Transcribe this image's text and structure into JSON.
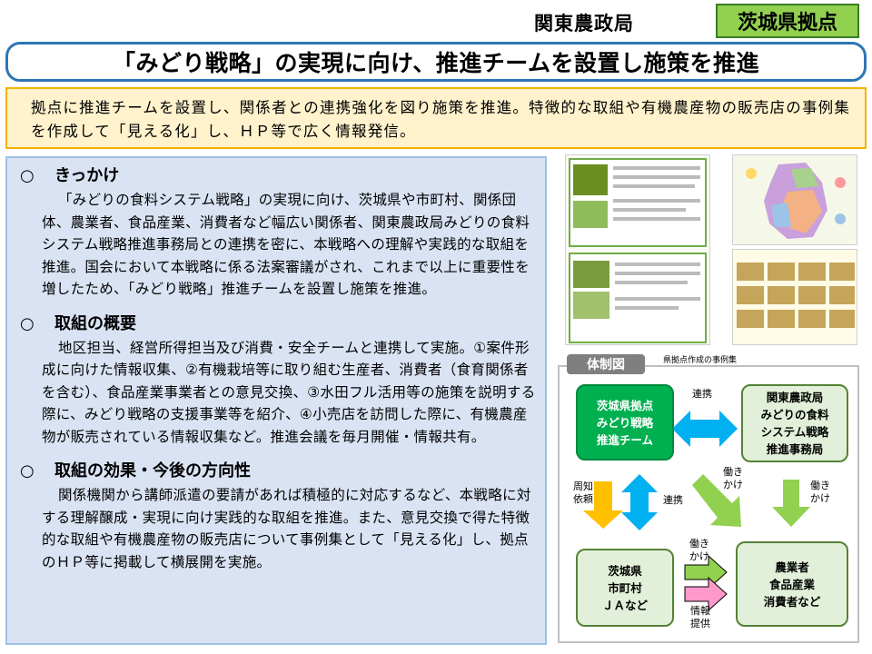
{
  "header": {
    "bureau": "関東農政局",
    "base_badge": "茨城県拠点"
  },
  "title": "「みどり戦略」の実現に向け、推進チームを設置し施策を推進",
  "summary": "拠点に推進チームを設置し、関係者との連携強化を図り施策を推進。特徴的な取組や有機農産物の販売店の事例集を作成して「見える化」し、ＨＰ等で広く情報発信。",
  "sections": [
    {
      "mark": "○",
      "heading": "きっかけ",
      "body": "「みどりの食料システム戦略」の実現に向け、茨城県や市町村、関係団体、農業者、食品産業、消費者など幅広い関係者、関東農政局みどりの食料システム戦略推進事務局との連携を密に、本戦略への理解や実践的な取組を推進。国会において本戦略に係る法案審議がされ、これまで以上に重要性を増したため、「みどり戦略」推進チームを設置し施策を推進。"
    },
    {
      "mark": "○",
      "heading": "取組の概要",
      "body": "地区担当、経営所得担当及び消費・安全チームと連携して実施。①案件形成に向けた情報収集、②有機栽培等に取り組む生産者、消費者（食育関係者を含む）、食品産業事業者との意見交換、③水田フル活用等の施策を説明する際に、みどり戦略の支援事業等を紹介、④小売店を訪問した際に、有機農産物が販売されている情報収集など。推進会議を毎月開催・情報共有。"
    },
    {
      "mark": "○",
      "heading": "取組の効果・今後の方向性",
      "body": "関係機関から講師派遣の要請があれば積極的に対応するなど、本戦略に対する理解醸成・実現に向け実践的な取組を推進。また、意見交換で得た特徴的な取組や有機農産物の販売店について事例集として「見える化」し、拠点のＨＰ等に掲載して横展開を実施。"
    }
  ],
  "images": {
    "caption": "県拠点作成の事例集"
  },
  "diagram": {
    "label": "体制図",
    "nodes": {
      "team": "茨城県拠点\nみどり戦略\n推進チーム",
      "bureau": "関東農政局\nみどりの食料\nシステム戦略\n推進事務局",
      "local": "茨城県\n市町村\nＪＡなど",
      "stakeholders": "農業者\n食品産業\n消費者など"
    },
    "labels": {
      "cooperation_top": "連携",
      "request": "周知\n依頼",
      "cooperation_mid": "連携",
      "work_on_diag": "働き\nかけ",
      "work_on_right": "働き\nかけ",
      "work_on_bottom": "働き\nかけ",
      "info": "情報\n提供"
    },
    "colors": {
      "node_green": "#00b050",
      "node_pale": "#e2f0d9",
      "arrow_blue": "#00b0f0",
      "arrow_orange": "#ffc000",
      "arrow_green": "#92d050",
      "arrow_pink": "#ff99cc"
    }
  }
}
